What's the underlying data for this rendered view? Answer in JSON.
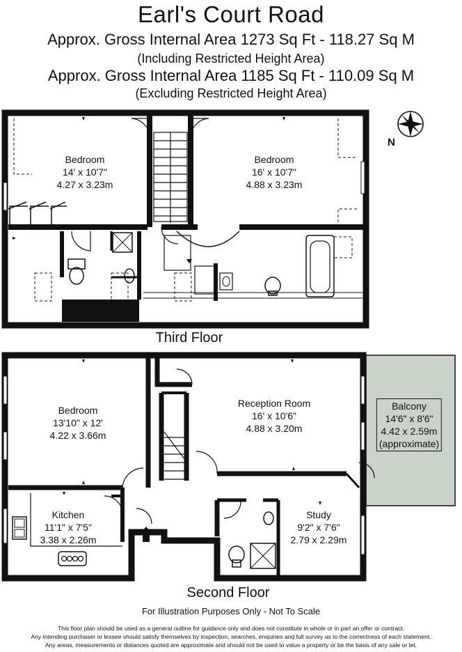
{
  "header": {
    "title": "Earl's Court Road",
    "area_incl": "Approx. Gross Internal Area   1273 Sq Ft  -  118.27 Sq M",
    "area_incl_note": "(Including Restricted Height Area)",
    "area_excl": "Approx. Gross Internal Area   1185 Sq Ft  -  110.09 Sq M",
    "area_excl_note": "(Excluding Restricted Height Area)"
  },
  "compass": {
    "north_label": "N"
  },
  "third_floor": {
    "label": "Third Floor",
    "bedroom_left": {
      "name": "Bedroom",
      "imperial": "14' x 10'7\"",
      "metric": "4.27 x 3.23m"
    },
    "bedroom_right": {
      "name": "Bedroom",
      "imperial": "16' x 10'7\"",
      "metric": "4.88 x 3.23m"
    }
  },
  "second_floor": {
    "label": "Second Floor",
    "bedroom": {
      "name": "Bedroom",
      "imperial": "13'10\" x 12'",
      "metric": "4.22 x 3.66m"
    },
    "reception": {
      "name": "Reception Room",
      "imperial": "16' x 10'6\"",
      "metric": "4.88 x 3.20m"
    },
    "balcony": {
      "name": "Balcony",
      "imperial": "14'6\" x 8'6\"",
      "metric": "4.42 x 2.59m",
      "note": "(approximate)"
    },
    "kitchen": {
      "name": "Kitchen",
      "imperial": "11'1\" x 7'5\"",
      "metric": "3.38 x 2.26m"
    },
    "study": {
      "name": "Study",
      "imperial": "9'2\" x 7'6\"",
      "metric": "2.79 x 2.29m"
    }
  },
  "footer": {
    "note": "For Illustration Purposes Only - Not To Scale",
    "disclaimer_1": "This floor plan should be used as a general outline for guidance only and does not constitute in whole or in part an offer or contract.",
    "disclaimer_2": "Any intending purchaser or lessee should satisfy themselves by inspection, searches, enquiries and full survey as to the correctness of each statement.",
    "disclaimer_3": "Any areas, measurements or distances quoted are approximate and should not be used to value a property or be the basis of any sale or let."
  }
}
